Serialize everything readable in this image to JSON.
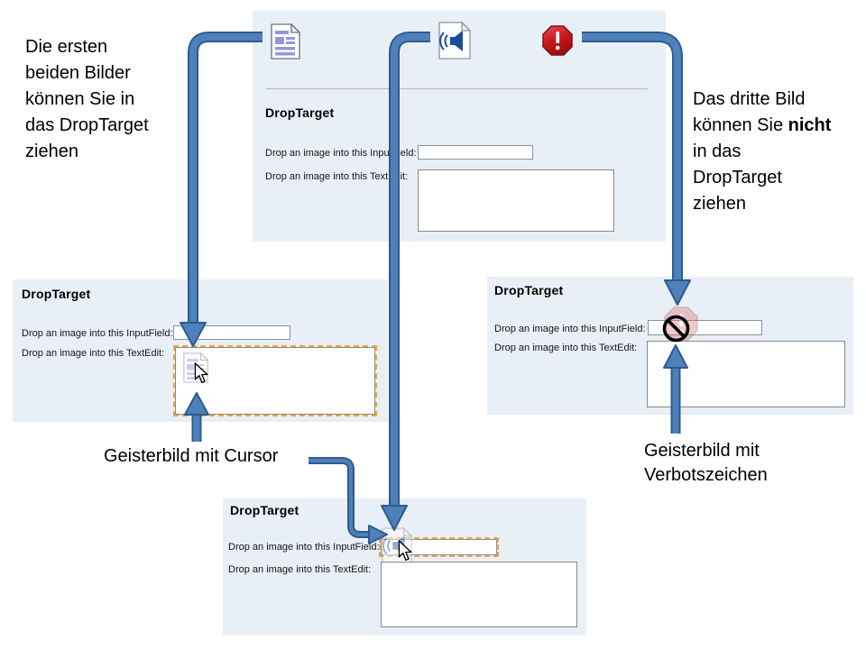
{
  "annotations": {
    "left_note": "Die ersten\nbeiden Bilder\nkönnen Sie in\ndas DropTarget\nziehen",
    "right_note_before": "Das dritte Bild\nkönnen Sie ",
    "right_note_bold": "nicht",
    "right_note_after": "\nin das\nDropTarget\nziehen",
    "ghost_cursor_label": "Geisterbild mit Cursor",
    "ghost_forbidden_label": "Geisterbild mit\nVerbotszeichen"
  },
  "drop_panel": {
    "title": "DropTarget",
    "input_label": "Drop an image into this InputField:",
    "textedit_label": "Drop an image into this TextEdit:",
    "input_value": "",
    "textedit_value": ""
  },
  "icons": {
    "document": "document-file-icon",
    "audio": "audio-file-icon",
    "stop": "stop-error-icon",
    "prohibition": "no-drop-icon",
    "cursor": "mouse-cursor-icon"
  },
  "colors": {
    "arrow_fill": "#4e81bb",
    "arrow_border": "#2e5c8a",
    "panel_bg": "#e9eff6",
    "drop_highlight": "#f0a63c",
    "stop_red": "#c4161c",
    "doc_purple": "#9595e2",
    "audio_blue": "#1b4b9b"
  }
}
